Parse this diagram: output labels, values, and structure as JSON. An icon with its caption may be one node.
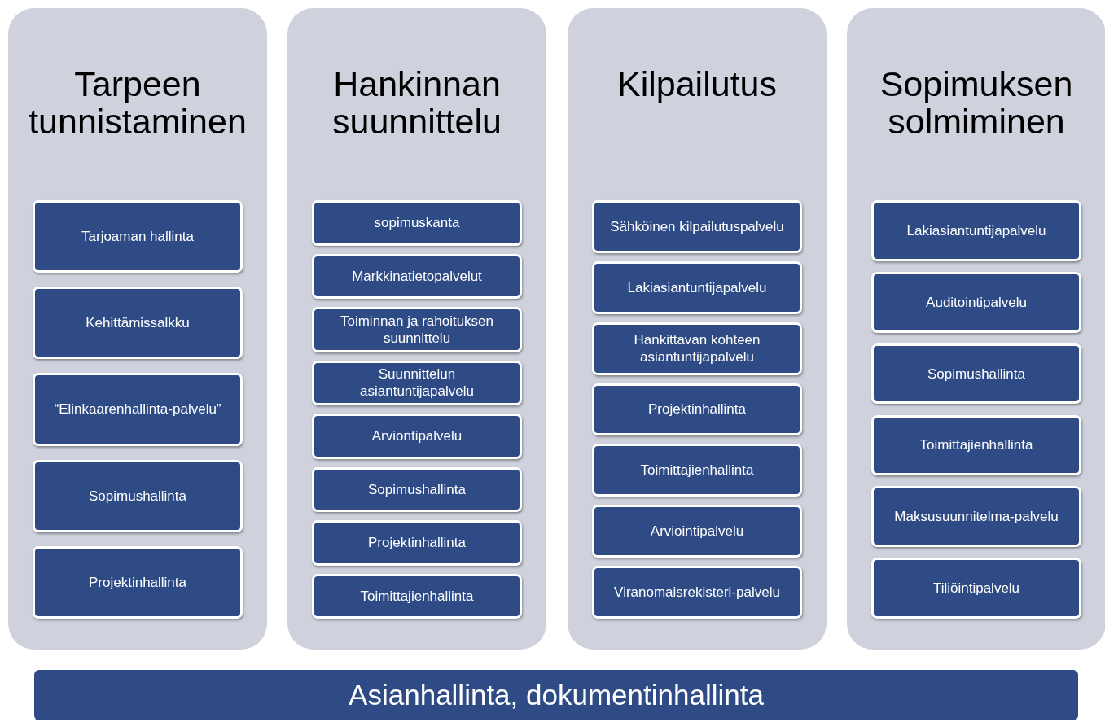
{
  "diagram": {
    "nodes": [
      {
        "text": [
          "Tarpeen tunnistaminen"
        ]
      },
      {
        "text": [
          "Tarjoaman hallinta"
        ],
        "in": 0
      },
      {
        "text": [
          "Kehittämissalkku"
        ],
        "in": 0
      },
      {
        "text": [
          "“Elinkaarenhallinta-palvelu”"
        ],
        "in": 0
      },
      {
        "text": [
          "Sopimushallinta"
        ],
        "in": 0
      },
      {
        "text": [
          "Projektinhallinta"
        ],
        "in": 0
      },
      {
        "text": [
          "Hankinnan suunnittelu"
        ]
      },
      {
        "text": [
          "sopimuskanta"
        ],
        "in": 6
      },
      {
        "text": [
          "Markkinatietopalvelut"
        ],
        "in": 6
      },
      {
        "text": [
          "Toiminnan ja rahoituksen suunnittelu"
        ],
        "in": 6
      },
      {
        "text": [
          "Suunnittelun asiantuntijapalvelu"
        ],
        "in": 6
      },
      {
        "text": [
          "Arviontipalvelu"
        ],
        "in": 6
      },
      {
        "text": [
          "Sopimushallinta"
        ],
        "in": 6
      },
      {
        "text": [
          "Projektinhallinta"
        ],
        "in": 6
      },
      {
        "text": [
          "Toimittajienhallinta"
        ],
        "in": 6
      },
      {
        "text": [
          "Kilpailutus"
        ]
      },
      {
        "text": [
          "Sähköinen kilpailutuspalvelu"
        ],
        "in": 15
      },
      {
        "text": [
          "Lakiasiantuntijapalvelu"
        ],
        "in": 15
      },
      {
        "text": [
          "Hankittavan kohteen asiantuntijapalvelu"
        ],
        "in": 15
      },
      {
        "text": [
          "Projektinhallinta"
        ],
        "in": 15
      },
      {
        "text": [
          "Toimittajienhallinta"
        ],
        "in": 15
      },
      {
        "text": [
          "Arviointipalvelu"
        ],
        "in": 15
      },
      {
        "text": [
          "Viranomaisrekisteri-palvelu"
        ],
        "in": 15
      },
      {
        "text": [
          "Sopimuksen solmiminen"
        ]
      },
      {
        "text": [
          "Lakiasiantuntijapalvelu"
        ],
        "in": 23
      },
      {
        "text": [
          "Auditointipalvelu"
        ],
        "in": 23
      },
      {
        "text": [
          "Sopimushallinta"
        ],
        "in": 23
      },
      {
        "text": [
          "Toimittajienhallinta"
        ],
        "in": 23
      },
      {
        "text": [
          "Maksusuunnitelma-palvelu"
        ],
        "in": 23
      },
      {
        "text": [
          "Tiliöintipalvelu"
        ],
        "in": 23
      },
      {
        "text": [
          "Asianhallinta, dokumentinhallinta"
        ]
      }
    ],
    "edges": []
  }
}
